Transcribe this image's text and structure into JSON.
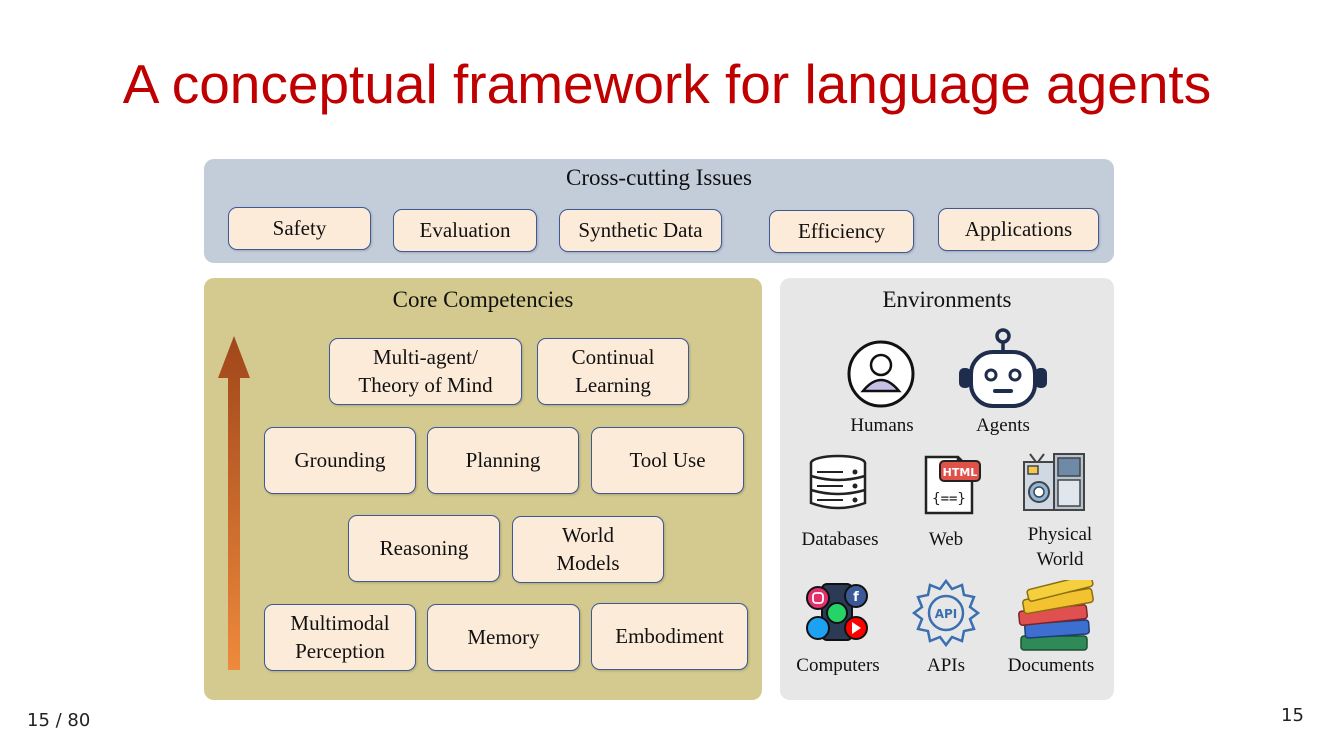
{
  "slide": {
    "title": "A conceptual framework for language agents",
    "page_counter": "15 / 80",
    "page_number": "15"
  },
  "colors": {
    "title": "#c00000",
    "cross_cutting_bg": "#c3ccd9",
    "core_bg": "#d4ca8f",
    "env_bg": "#e8e7e8",
    "box_fill": "#fcebd9",
    "box_border": "#3d5a96"
  },
  "cross_cutting": {
    "title": "Cross-cutting Issues",
    "items": [
      "Safety",
      "Evaluation",
      "Synthetic Data",
      "Efficiency",
      "Applications"
    ]
  },
  "core": {
    "title": "Core Competencies",
    "row1": [
      "Multi-agent/\nTheory of Mind",
      "Continual\nLearning"
    ],
    "row2": [
      "Grounding",
      "Planning",
      "Tool Use"
    ],
    "row3": [
      "Reasoning",
      "World\nModels"
    ],
    "row4": [
      "Multimodal\nPerception",
      "Memory",
      "Embodiment"
    ]
  },
  "environments": {
    "title": "Environments",
    "items": [
      {
        "label": "Humans",
        "icon": "human-icon"
      },
      {
        "label": "Agents",
        "icon": "robot-icon"
      },
      {
        "label": "Databases",
        "icon": "database-icon"
      },
      {
        "label": "Web",
        "icon": "html-file-icon"
      },
      {
        "label": "Physical\nWorld",
        "icon": "appliances-icon"
      },
      {
        "label": "Computers",
        "icon": "social-apps-icon"
      },
      {
        "label": "APIs",
        "icon": "api-gear-icon"
      },
      {
        "label": "Documents",
        "icon": "books-icon"
      }
    ]
  }
}
